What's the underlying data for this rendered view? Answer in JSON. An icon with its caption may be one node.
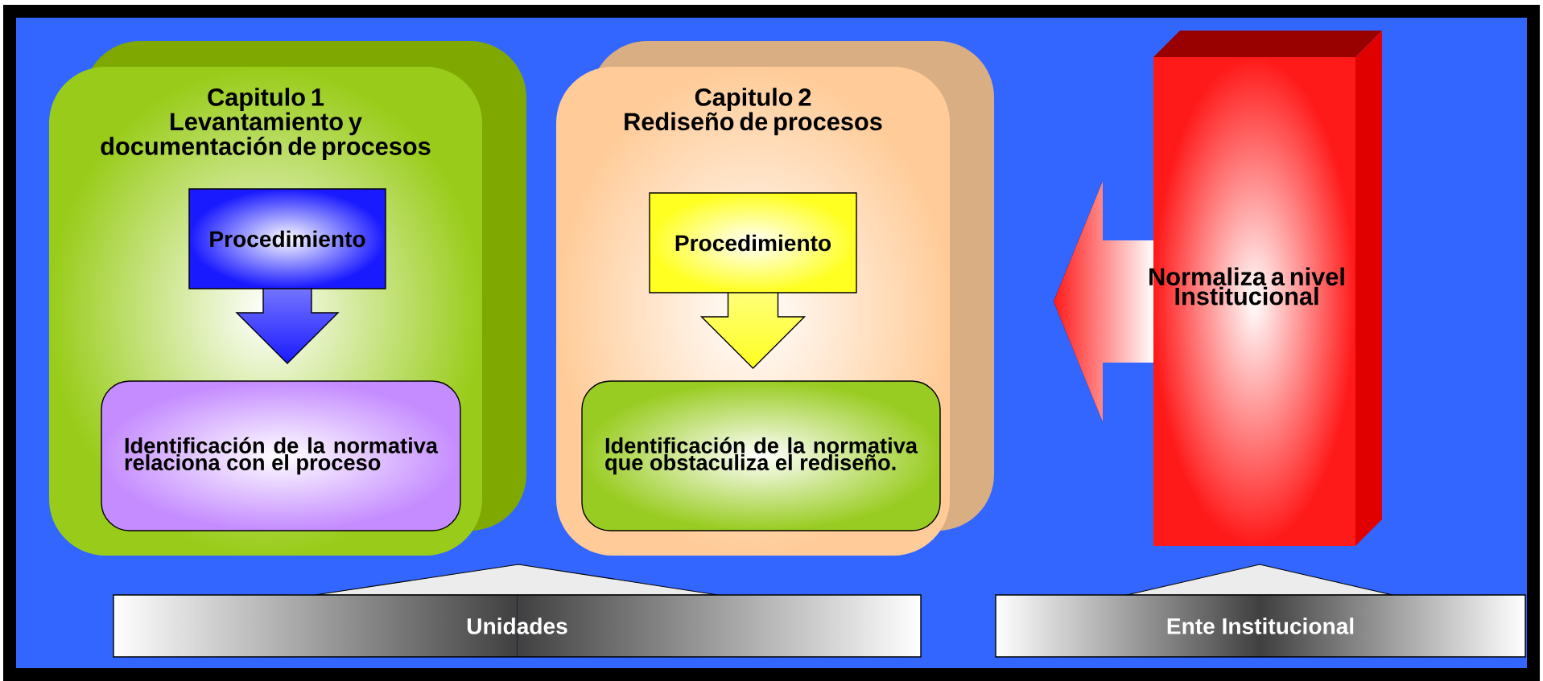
{
  "diagram": {
    "nodes": [
      {
        "text": [
          "Capitulo 1",
          "Levantamiento y documentación de procesos"
        ]
      },
      {
        "text": [
          "Procedimiento"
        ],
        "in": 0
      },
      {
        "text": [
          "Identificación de la normativa relaciona con el proceso"
        ],
        "in": 0
      },
      {
        "text": [
          "Capitulo 2",
          "Rediseño de procesos"
        ]
      },
      {
        "text": [
          "Procedimiento"
        ],
        "in": 3
      },
      {
        "text": [
          "Identificación de la normativa que obstaculiza el rediseño."
        ],
        "in": 3
      },
      {
        "text": [
          "Normaliza a nivel Institucional"
        ]
      },
      {
        "text": [
          "Unidades"
        ]
      },
      {
        "text": [
          "Ente Institucional"
        ]
      }
    ]
  }
}
